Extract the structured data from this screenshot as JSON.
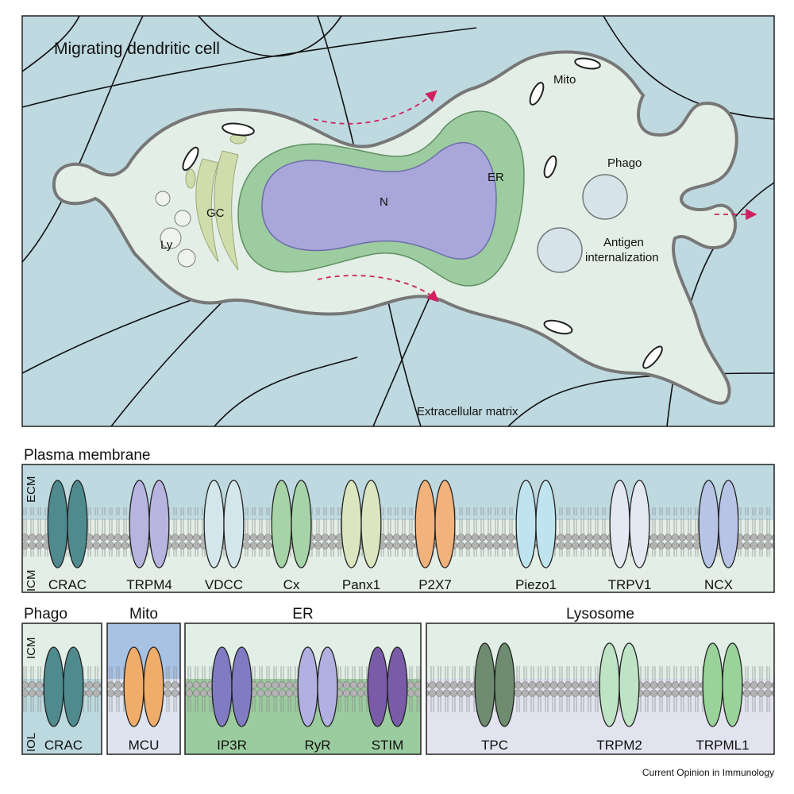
{
  "top_panel": {
    "title": "Migrating dendritic cell",
    "labels": {
      "mito": "Mito",
      "er": "ER",
      "nucleus": "N",
      "golgi": "GC",
      "lysosome": "Ly",
      "phago": "Phago",
      "antigen": "Antigen",
      "internalization": "internalization",
      "ecm": "Extracellular matrix"
    }
  },
  "plasma_membrane": {
    "title": "Plasma membrane",
    "side_top": "ECM",
    "side_bottom": "ICM",
    "channels": [
      {
        "label": "CRAC",
        "color": "#4f8a8f"
      },
      {
        "label": "TRPM4",
        "color": "#b8b4e0"
      },
      {
        "label": "VDCC",
        "color": "#d3e6ec"
      },
      {
        "label": "Cx",
        "color": "#a6d3a8"
      },
      {
        "label": "Panx1",
        "color": "#dbe5bf"
      },
      {
        "label": "P2X7",
        "color": "#f1b27c"
      },
      {
        "label": "Piezo1",
        "color": "#bfe4ef"
      },
      {
        "label": "TRPV1",
        "color": "#e4e8f2"
      },
      {
        "label": "NCX",
        "color": "#b7c4e6"
      }
    ]
  },
  "organelles": [
    {
      "title": "Phago",
      "side_top": "ICM",
      "side_bottom": "IOL",
      "bg_top": "#e1efe6",
      "bg_bottom": "#bcd9df",
      "channels": [
        {
          "label": "CRAC",
          "color": "#4f8a8f"
        }
      ]
    },
    {
      "title": "Mito",
      "bg_top": "#a8c2e4",
      "bg_bottom": "#dde3ef",
      "channels": [
        {
          "label": "MCU",
          "color": "#f0ad6a"
        }
      ]
    },
    {
      "title": "ER",
      "bg_top": "#e1efe6",
      "bg_bottom": "#9bcc9f",
      "channels": [
        {
          "label": "IP3R",
          "color": "#7f7cc4"
        },
        {
          "label": "RyR",
          "color": "#b1b0e0"
        },
        {
          "label": "STIM",
          "color": "#7a5ba8"
        }
      ]
    },
    {
      "title": "Lysosome",
      "bg_top": "#e1efe6",
      "bg_bottom": "#e2e3ef",
      "channels": [
        {
          "label": "TPC",
          "color": "#6f8c70"
        },
        {
          "label": "TRPM2",
          "color": "#bfe3c5"
        },
        {
          "label": "TRPML1",
          "color": "#9ad39a"
        }
      ]
    }
  ],
  "credit": "Current Opinion in Immunology",
  "colors": {
    "background": "#bfd9e0",
    "cell": "#e3efe6",
    "nucleus": "#a9a6da",
    "er": "#9ccc9f",
    "golgi": "#cfdcab",
    "arrow": "#d0205f"
  }
}
